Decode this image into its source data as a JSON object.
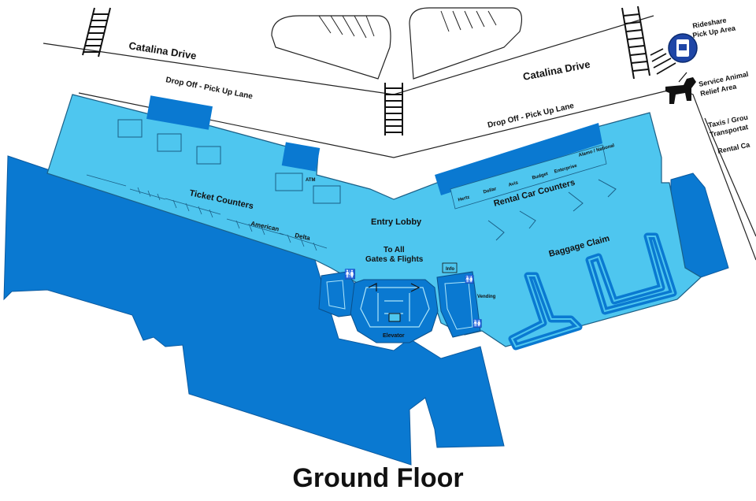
{
  "page_title": "Ground Floor",
  "colors": {
    "terminal_fill": "#4ec6ef",
    "restricted_fill": "#0a79d1",
    "road_line": "#222222",
    "icon_blue": "#1f46a6"
  },
  "roads": {
    "left_drive": "Catalina Drive",
    "right_drive": "Catalina Drive",
    "left_lane": "Drop Off - Pick Up Lane",
    "right_lane": "Drop Off - Pick Up Lane"
  },
  "areas": {
    "ticket_counters": "Ticket Counters",
    "american": "American",
    "delta": "Delta",
    "entry_lobby": "Entry Lobby",
    "gates_line1": "To All",
    "gates_line2": "Gates & Flights",
    "elevator": "Elevator",
    "rental_car_counters": "Rental Car Counters",
    "baggage_claim": "Baggage Claim",
    "info": "Info",
    "vending": "Vending",
    "atm": "ATM"
  },
  "rental_companies": [
    "Hertz",
    "Dollar",
    "Avis",
    "Budget",
    "Enterprise",
    "Alamo / National"
  ],
  "right_side": {
    "rideshare_line1": "Rideshare",
    "rideshare_line2": "Pick Up Area",
    "service_animal_line1": "Service Animal",
    "service_animal_line2": "Relief Area",
    "taxis_line1": "Taxis / Grou",
    "taxis_line2": "Transportat",
    "rental_cars": "Rental Ca"
  },
  "icons": [
    "rideshare-icon",
    "service-dog-icon",
    "restroom-icon",
    "elevator-icon",
    "escalator-icon"
  ]
}
